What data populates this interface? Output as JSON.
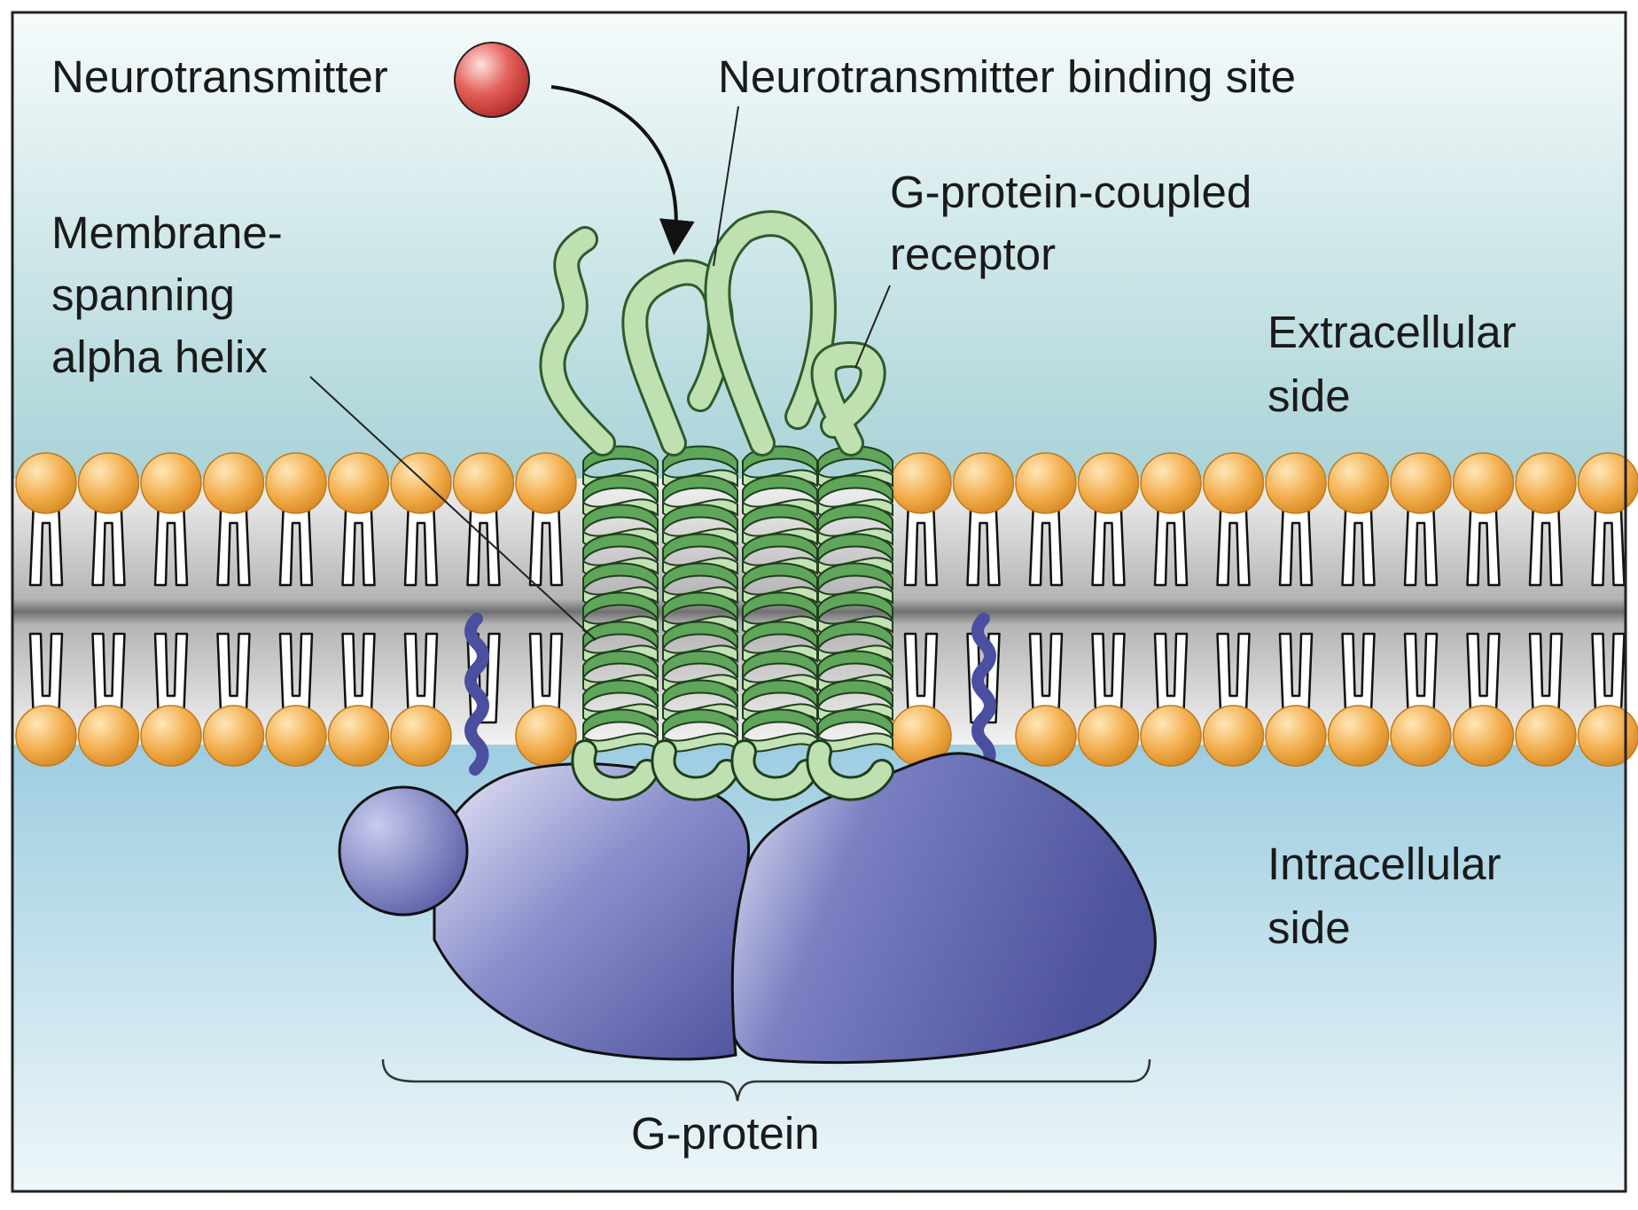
{
  "labels": {
    "neurotransmitter": "Neurotransmitter",
    "binding_site": "Neurotransmitter binding site",
    "gpcr_line1": "G-protein-coupled",
    "gpcr_line2": "receptor",
    "helix_line1": "Membrane-",
    "helix_line2": "spanning",
    "helix_line3": "alpha helix",
    "extracellular_line1": "Extracellular",
    "extracellular_line2": "side",
    "intracellular_line1": "Intracellular",
    "intracellular_line2": "side",
    "g_protein": "G-protein"
  },
  "colors": {
    "extracellular_top": "#f4fafa",
    "extracellular_bottom": "#a9d3d8",
    "intracellular_top": "#9fcde0",
    "intracellular_bottom": "#eef7f9",
    "lipid_head": "#f0a840",
    "membrane_core": "#8d8d8d",
    "helix_light": "#bfe0b0",
    "helix_dark": "#5ea55a",
    "g_protein": "#5a5fa8",
    "neurotransmitter": "#e0504c"
  }
}
